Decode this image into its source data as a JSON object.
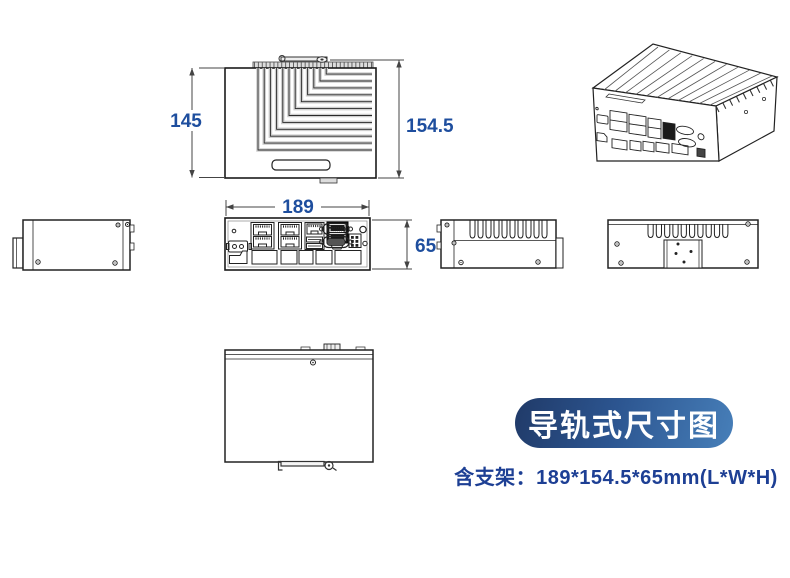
{
  "title_badge": {
    "label": "导轨式尺寸图"
  },
  "caption": {
    "label": "含支架：189*154.5*65mm(L*W*H)"
  },
  "dimensions": {
    "body_height_mm": "145",
    "overall_height_mm": "154.5",
    "width_mm": "189",
    "depth_mm": "65"
  },
  "colors": {
    "dimension_text": "#1e4e9e",
    "caption_text": "#1d3f94",
    "badge_gradient_start": "#203a68",
    "badge_gradient_end": "#477fb9",
    "line_art": "#222222",
    "fin_gray": "#cfcfcf"
  }
}
